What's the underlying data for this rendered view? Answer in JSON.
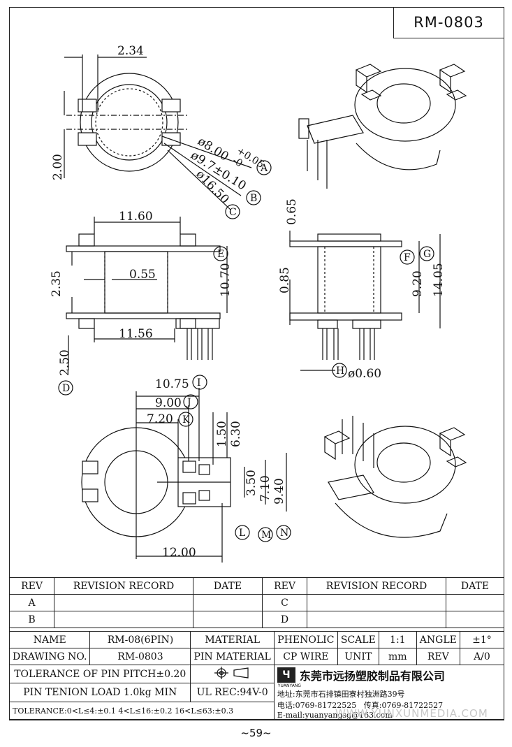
{
  "drawing_code": "RM-0803",
  "page_number": "~59~",
  "watermark": "WWW.YUNXUNMEDIA.COM",
  "dimensions": {
    "top_view": [
      "2.34",
      "2.00"
    ],
    "diameters": [
      "ø8.00",
      "+0.05",
      "-0",
      "ø9.7±0.10",
      "ø16.50"
    ],
    "side_view": [
      "11.60",
      "0.55",
      "2.35",
      "10.70",
      "11.56",
      "2.50"
    ],
    "front_view": [
      "0.65",
      "0.85",
      "9.20",
      "14.05",
      "ø0.60"
    ],
    "bottom_view": [
      "10.75",
      "9.00",
      "7.20",
      "1.50",
      "6.30",
      "3.50",
      "7.10",
      "9.40",
      "12.00"
    ]
  },
  "callouts": [
    "A",
    "B",
    "C",
    "D",
    "E",
    "F",
    "G",
    "H",
    "I",
    "J",
    "K",
    "L",
    "M",
    "N"
  ],
  "revision": {
    "headers": [
      "REV",
      "REVISION RECORD",
      "DATE",
      "REV",
      "REVISION RECORD",
      "DATE"
    ],
    "rows": [
      [
        "A",
        "",
        "",
        "C",
        "",
        ""
      ],
      [
        "B",
        "",
        "",
        "D",
        "",
        ""
      ]
    ]
  },
  "info": {
    "name_label": "NAME",
    "name_value": "RM-08(6PIN)",
    "material_label": "MATERIAL",
    "material_value": "PHENOLIC",
    "scale_label": "SCALE",
    "scale_value": "1:1",
    "angle_label": "ANGLE",
    "angle_value": "±1°",
    "drawing_no_label": "DRAWING NO.",
    "drawing_no_value": "RM-0803",
    "pin_material_label": "PIN MATERIAL",
    "pin_material_value": "CP WIRE",
    "unit_label": "UNIT",
    "unit_value": "mm",
    "rev_label": "REV",
    "rev_value": "A/0",
    "tolerance_pitch": "TOLERANCE OF PIN PITCH±0.20",
    "pin_tension": "PIN TENION LOAD 1.0kg MIN",
    "ul_rec": "UL REC:94V-0",
    "tolerance_line": "TOLERANCE:0<L≤4:±0.1  4<L≤16:±0.2  16<L≤63:±0.3",
    "company": "东莞市远扬塑胶制品有限公司",
    "logo_text": "YUANYANG",
    "address": "地址:东莞市石排镇田寮村独洲路39号",
    "phone": "电话:0769-81722525",
    "fax": "传真:0769-81722527",
    "email": "E-mail:yuanyangsg@163.com"
  }
}
